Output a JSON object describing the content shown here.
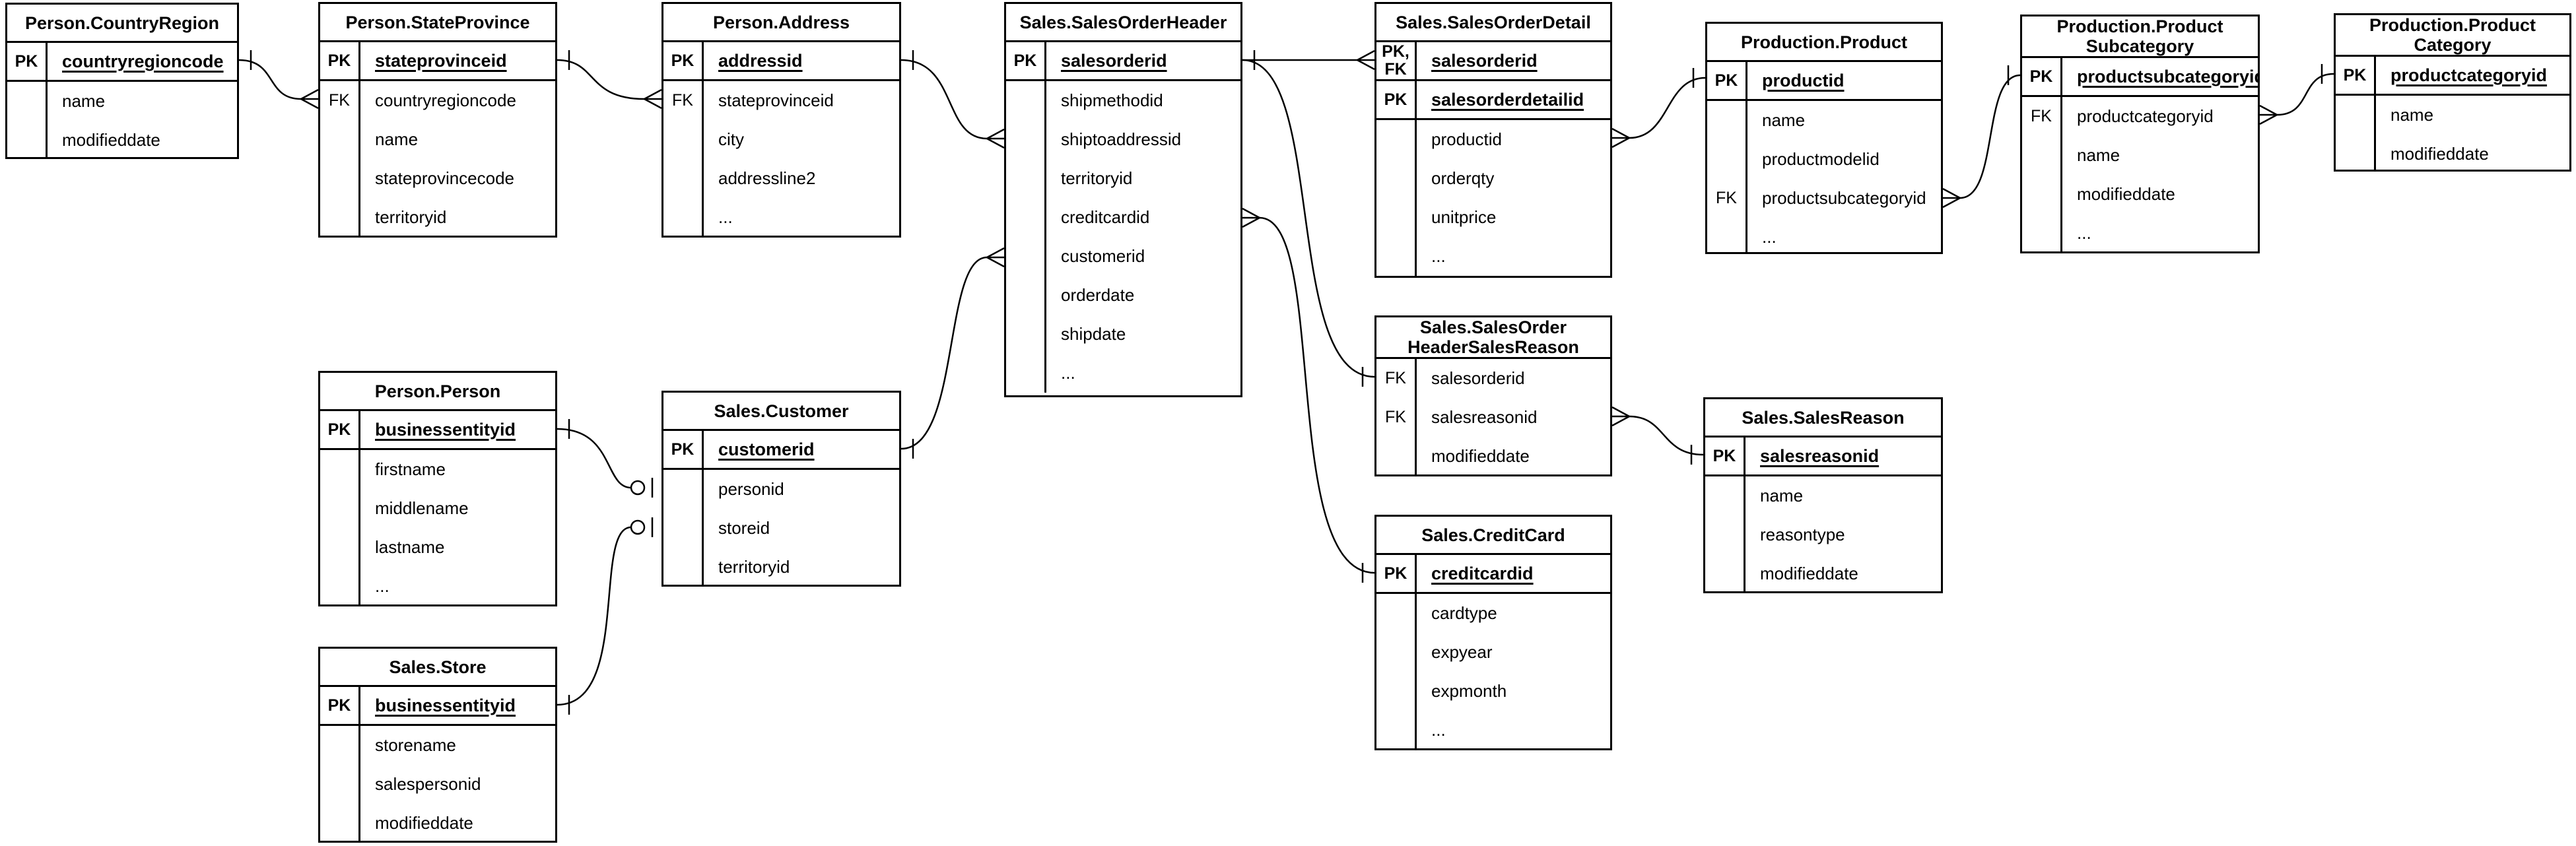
{
  "diagram": {
    "kind": "entity-relationship-diagram",
    "notation": "crow's foot",
    "line_color": "#000000",
    "background_color": "#ffffff"
  },
  "tables": [
    {
      "id": "person-countryregion",
      "title_lines": [
        "Person.CountryRegion"
      ],
      "key_rows": [
        {
          "key_lines": [
            "PK"
          ],
          "name": "countryregioncode"
        }
      ],
      "attr_rows": [
        {
          "key": "",
          "name": "name"
        },
        {
          "key": "",
          "name": "modifieddate"
        }
      ]
    },
    {
      "id": "person-stateprovince",
      "title_lines": [
        "Person.StateProvince"
      ],
      "key_rows": [
        {
          "key_lines": [
            "PK"
          ],
          "name": "stateprovinceid"
        }
      ],
      "attr_rows": [
        {
          "key": "FK",
          "name": "countryregioncode"
        },
        {
          "key": "",
          "name": "name"
        },
        {
          "key": "",
          "name": "stateprovincecode"
        },
        {
          "key": "",
          "name": "territoryid"
        }
      ]
    },
    {
      "id": "person-address",
      "title_lines": [
        "Person.Address"
      ],
      "key_rows": [
        {
          "key_lines": [
            "PK"
          ],
          "name": "addressid"
        }
      ],
      "attr_rows": [
        {
          "key": "FK",
          "name": "stateprovinceid"
        },
        {
          "key": "",
          "name": "city"
        },
        {
          "key": "",
          "name": "addressline2"
        },
        {
          "key": "",
          "name": "..."
        }
      ]
    },
    {
      "id": "sales-salesorderheader",
      "title_lines": [
        "Sales.SalesOrderHeader"
      ],
      "key_rows": [
        {
          "key_lines": [
            "PK"
          ],
          "name": "salesorderid"
        }
      ],
      "attr_rows": [
        {
          "key": "",
          "name": "shipmethodid"
        },
        {
          "key": "",
          "name": "shiptoaddressid"
        },
        {
          "key": "",
          "name": "territoryid"
        },
        {
          "key": "",
          "name": "creditcardid"
        },
        {
          "key": "",
          "name": "customerid"
        },
        {
          "key": "",
          "name": "orderdate"
        },
        {
          "key": "",
          "name": "shipdate"
        },
        {
          "key": "",
          "name": "..."
        }
      ]
    },
    {
      "id": "sales-salesorderdetail",
      "title_lines": [
        "Sales.SalesOrderDetail"
      ],
      "key_rows": [
        {
          "key_lines": [
            "PK,",
            "FK"
          ],
          "name": "salesorderid"
        },
        {
          "key_lines": [
            "PK"
          ],
          "name": "salesorderdetailid"
        }
      ],
      "attr_rows": [
        {
          "key": "",
          "name": "productid"
        },
        {
          "key": "",
          "name": "orderqty"
        },
        {
          "key": "",
          "name": "unitprice"
        },
        {
          "key": "",
          "name": "..."
        }
      ]
    },
    {
      "id": "production-product",
      "title_lines": [
        "Production.Product"
      ],
      "key_rows": [
        {
          "key_lines": [
            "PK"
          ],
          "name": "productid"
        }
      ],
      "attr_rows": [
        {
          "key": "",
          "name": "name"
        },
        {
          "key": "",
          "name": "productmodelid"
        },
        {
          "key": "FK",
          "name": "productsubcategoryid"
        },
        {
          "key": "",
          "name": "..."
        }
      ]
    },
    {
      "id": "production-productsubcategory",
      "title_lines": [
        "Production.Product",
        "Subcategory"
      ],
      "key_rows": [
        {
          "key_lines": [
            "PK"
          ],
          "name": "productsubcategoryid"
        }
      ],
      "attr_rows": [
        {
          "key": "FK",
          "name": "productcategoryid"
        },
        {
          "key": "",
          "name": "name"
        },
        {
          "key": "",
          "name": "modifieddate"
        },
        {
          "key": "",
          "name": "..."
        }
      ]
    },
    {
      "id": "production-productcategory",
      "title_lines": [
        "Production.Product",
        "Category"
      ],
      "key_rows": [
        {
          "key_lines": [
            "PK"
          ],
          "name": "productcategoryid"
        }
      ],
      "attr_rows": [
        {
          "key": "",
          "name": "name"
        },
        {
          "key": "",
          "name": "modifieddate"
        }
      ]
    },
    {
      "id": "person-person",
      "title_lines": [
        "Person.Person"
      ],
      "key_rows": [
        {
          "key_lines": [
            "PK"
          ],
          "name": "businessentityid"
        }
      ],
      "attr_rows": [
        {
          "key": "",
          "name": "firstname"
        },
        {
          "key": "",
          "name": "middlename"
        },
        {
          "key": "",
          "name": "lastname"
        },
        {
          "key": "",
          "name": "..."
        }
      ]
    },
    {
      "id": "sales-customer",
      "title_lines": [
        "Sales.Customer"
      ],
      "key_rows": [
        {
          "key_lines": [
            "PK"
          ],
          "name": "customerid"
        }
      ],
      "attr_rows": [
        {
          "key": "",
          "name": "personid"
        },
        {
          "key": "",
          "name": "storeid"
        },
        {
          "key": "",
          "name": "territoryid"
        }
      ]
    },
    {
      "id": "sales-store",
      "title_lines": [
        "Sales.Store"
      ],
      "key_rows": [
        {
          "key_lines": [
            "PK"
          ],
          "name": "businessentityid"
        }
      ],
      "attr_rows": [
        {
          "key": "",
          "name": "storename"
        },
        {
          "key": "",
          "name": "salespersonid"
        },
        {
          "key": "",
          "name": "modifieddate"
        }
      ]
    },
    {
      "id": "sales-salesorderheadersalesreason",
      "title_lines": [
        "Sales.SalesOrder",
        "HeaderSalesReason"
      ],
      "key_rows": [],
      "attr_rows": [
        {
          "key": "FK",
          "name": "salesorderid"
        },
        {
          "key": "FK",
          "name": "salesreasonid"
        },
        {
          "key": "",
          "name": "modifieddate"
        }
      ]
    },
    {
      "id": "sales-salesreason",
      "title_lines": [
        "Sales.SalesReason"
      ],
      "key_rows": [
        {
          "key_lines": [
            "PK"
          ],
          "name": "salesreasonid"
        }
      ],
      "attr_rows": [
        {
          "key": "",
          "name": "name"
        },
        {
          "key": "",
          "name": "reasontype"
        },
        {
          "key": "",
          "name": "modifieddate"
        }
      ]
    },
    {
      "id": "sales-creditcard",
      "title_lines": [
        "Sales.CreditCard"
      ],
      "key_rows": [
        {
          "key_lines": [
            "PK"
          ],
          "name": "creditcardid"
        }
      ],
      "attr_rows": [
        {
          "key": "",
          "name": "cardtype"
        },
        {
          "key": "",
          "name": "expyear"
        },
        {
          "key": "",
          "name": "expmonth"
        },
        {
          "key": "",
          "name": "..."
        }
      ]
    }
  ],
  "relationships": [
    {
      "from": "Person.CountryRegion.countryregioncode",
      "from_end": "one",
      "to": "Person.StateProvince.countryregioncode",
      "to_end": "many"
    },
    {
      "from": "Person.StateProvince.stateprovinceid",
      "from_end": "one",
      "to": "Person.Address.stateprovinceid",
      "to_end": "many"
    },
    {
      "from": "Person.Address.addressid",
      "from_end": "one",
      "to": "Sales.SalesOrderHeader.shiptoaddressid",
      "to_end": "many"
    },
    {
      "from": "Sales.Customer.customerid",
      "from_end": "one",
      "to": "Sales.SalesOrderHeader.customerid",
      "to_end": "many"
    },
    {
      "from": "Sales.SalesOrderHeader.salesorderid",
      "from_end": "one",
      "to": "Sales.SalesOrderDetail.salesorderid",
      "to_end": "many"
    },
    {
      "from": "Sales.SalesOrderHeader.salesorderid",
      "from_end": "one",
      "to": "Sales.SalesOrderHeaderSalesReason.salesorderid",
      "to_end": "one"
    },
    {
      "from": "Sales.CreditCard.creditcardid",
      "from_end": "one",
      "to": "Sales.SalesOrderHeader.creditcardid",
      "to_end": "many"
    },
    {
      "from": "Production.Product.productid",
      "from_end": "one",
      "to": "Sales.SalesOrderDetail.productid",
      "to_end": "many"
    },
    {
      "from": "Production.ProductSubcategory.productsubcategoryid",
      "from_end": "one",
      "to": "Production.Product.productsubcategoryid",
      "to_end": "many"
    },
    {
      "from": "Production.ProductCategory.productcategoryid",
      "from_end": "one",
      "to": "Production.ProductSubcategory.productcategoryid",
      "to_end": "many"
    },
    {
      "from": "Person.Person.businessentityid",
      "from_end": "one",
      "to": "Sales.Customer.personid",
      "to_end": "zero-or-one"
    },
    {
      "from": "Sales.Store.businessentityid",
      "from_end": "one",
      "to": "Sales.Customer.storeid",
      "to_end": "zero-or-one"
    },
    {
      "from": "Sales.SalesReason.salesreasonid",
      "from_end": "one",
      "to": "Sales.SalesOrderHeaderSalesReason.salesreasonid",
      "to_end": "many"
    }
  ]
}
